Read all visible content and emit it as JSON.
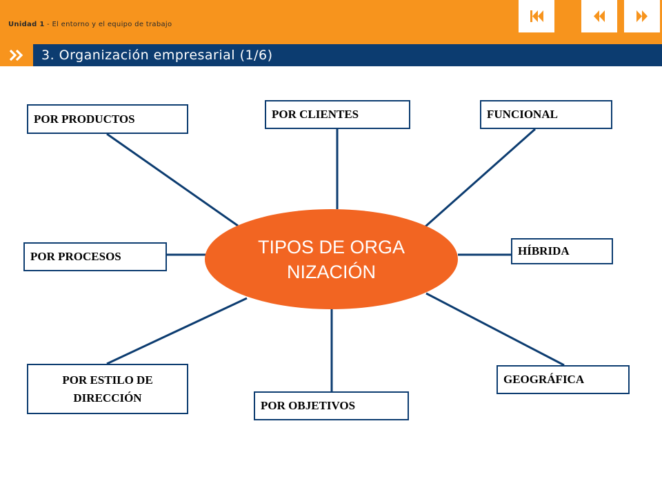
{
  "header": {
    "unit_label": "Unidad 1",
    "unit_subtitle": " - El entorno y el equipo de trabajo",
    "section_title": "3. Organización empresarial  (1/6)",
    "colors": {
      "orange": "#F7941D",
      "navy": "#0C3C70",
      "hub": "#F26522"
    },
    "nav": [
      {
        "name": "first-slide-button",
        "icon": "skip-to-start-icon"
      },
      {
        "name": "previous-slide-button",
        "icon": "rewind-icon"
      },
      {
        "name": "next-slide-button",
        "icon": "fast-forward-icon"
      }
    ],
    "chevron_icon": "double-chevron-right-icon"
  },
  "diagram": {
    "center": "TIPOS DE ORGANIZACIÓN",
    "nodes": {
      "por_productos": "POR PRODUCTOS",
      "por_clientes": "POR CLIENTES",
      "funcional": "FUNCIONAL",
      "por_procesos": "POR PROCESOS",
      "hibrida": "HÍBRIDA",
      "por_estilo": "POR ESTILO DE DIRECCIÓN",
      "por_objetivos": "POR OBJETIVOS",
      "geografica": "GEOGRÁFICA"
    }
  }
}
